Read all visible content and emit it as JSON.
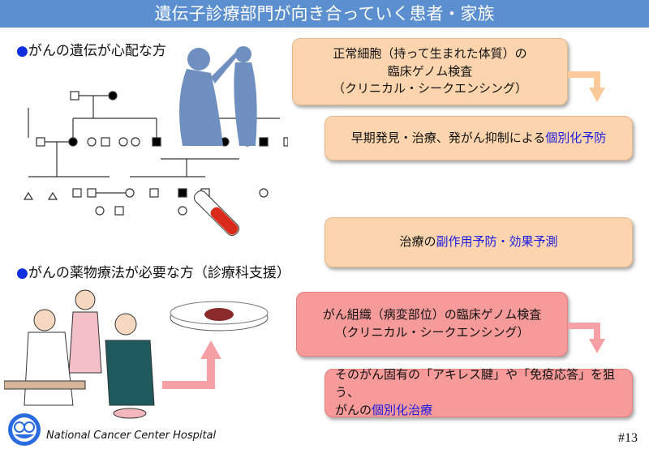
{
  "title": "遺伝子診療部門が向き合っていく患者・家族",
  "section1": {
    "bullet": "●",
    "label": "がんの遺伝が心配な方"
  },
  "section2": {
    "bullet": "●",
    "label": "がんの薬物療法が必要な方（診療科支援）"
  },
  "boxes": {
    "germline": {
      "line1": "正常細胞（持って生まれた体質）の",
      "line2": "臨床ゲノム検査",
      "line3": "（クリニカル・シークエンシング）"
    },
    "prevention": {
      "prefix": "早期発見・治療、発がん抑制による",
      "highlight": "個別化予防"
    },
    "side_effects": {
      "prefix": "治療の",
      "highlight": "副作用予防・効果予測"
    },
    "somatic": {
      "line1": "がん組織（病変部位）の臨床ゲノム検査",
      "line2": "（クリニカル・シークエンシング）"
    },
    "therapy": {
      "line1": "そのがん固有の「アキレス腱」や「免疫応答」を狙う、",
      "prefix": "がんの",
      "highlight": "個別化治療"
    }
  },
  "footer": {
    "hospital": "National Cancer Center Hospital",
    "page": "#13"
  },
  "colors": {
    "title_bar": "#5b8fd0",
    "orange_box": "#fcd5ae",
    "pink_box": "#f79a9a",
    "highlight": "#1a1ae0",
    "silhouette": "#6f8fc0"
  }
}
